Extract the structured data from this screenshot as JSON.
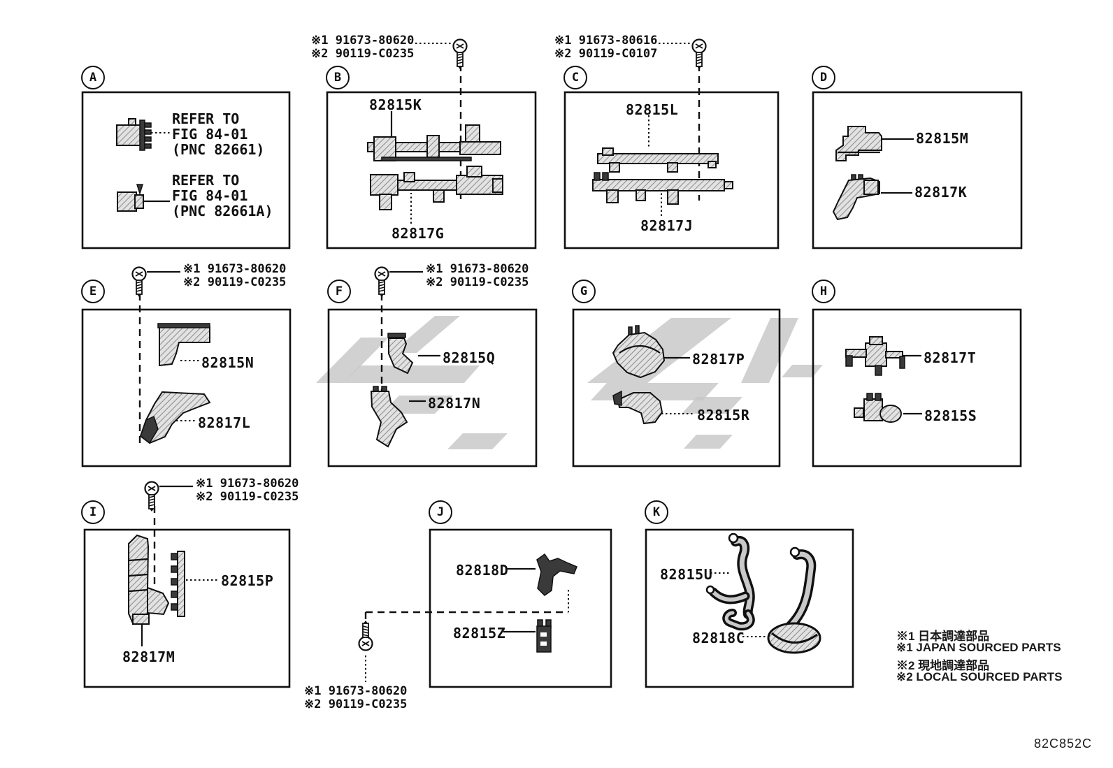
{
  "figure": {
    "code": "82C852C"
  },
  "legend": {
    "lines": [
      "※1 日本調達部品",
      "※1 JAPAN SOURCED PARTS",
      "※2 現地調達部品",
      "※2 LOCAL SOURCED PARTS"
    ]
  },
  "sections": [
    {
      "id": "A",
      "parts": [],
      "notes": [
        [
          "REFER TO",
          "FIG 84-01",
          "(PNC 82661)"
        ],
        [
          "REFER TO",
          "FIG 84-01",
          "(PNC 82661A)"
        ]
      ]
    },
    {
      "id": "B",
      "parts": [
        "82815K",
        "82817G"
      ],
      "fastener": [
        "※1 91673-80620",
        "※2 90119-C0235"
      ]
    },
    {
      "id": "C",
      "parts": [
        "82815L",
        "82817J"
      ],
      "fastener": [
        "※1 91673-80616",
        "※2 90119-C0107"
      ]
    },
    {
      "id": "D",
      "parts": [
        "82815M",
        "82817K"
      ]
    },
    {
      "id": "E",
      "parts": [
        "82815N",
        "82817L"
      ],
      "fastener": [
        "※1 91673-80620",
        "※2 90119-C0235"
      ]
    },
    {
      "id": "F",
      "parts": [
        "82815Q",
        "82817N"
      ],
      "fastener": [
        "※1 91673-80620",
        "※2 90119-C0235"
      ]
    },
    {
      "id": "G",
      "parts": [
        "82817P",
        "82815R"
      ]
    },
    {
      "id": "H",
      "parts": [
        "82817T",
        "82815S"
      ]
    },
    {
      "id": "I",
      "parts": [
        "82815P",
        "82817M"
      ],
      "fastener": [
        "※1 91673-80620",
        "※2 90119-C0235"
      ]
    },
    {
      "id": "J",
      "parts": [
        "82818D",
        "82815Z"
      ],
      "fastener": [
        "※1 91673-80620",
        "※2 90119-C0235"
      ]
    },
    {
      "id": "K",
      "parts": [
        "82815U",
        "82818C"
      ]
    }
  ]
}
